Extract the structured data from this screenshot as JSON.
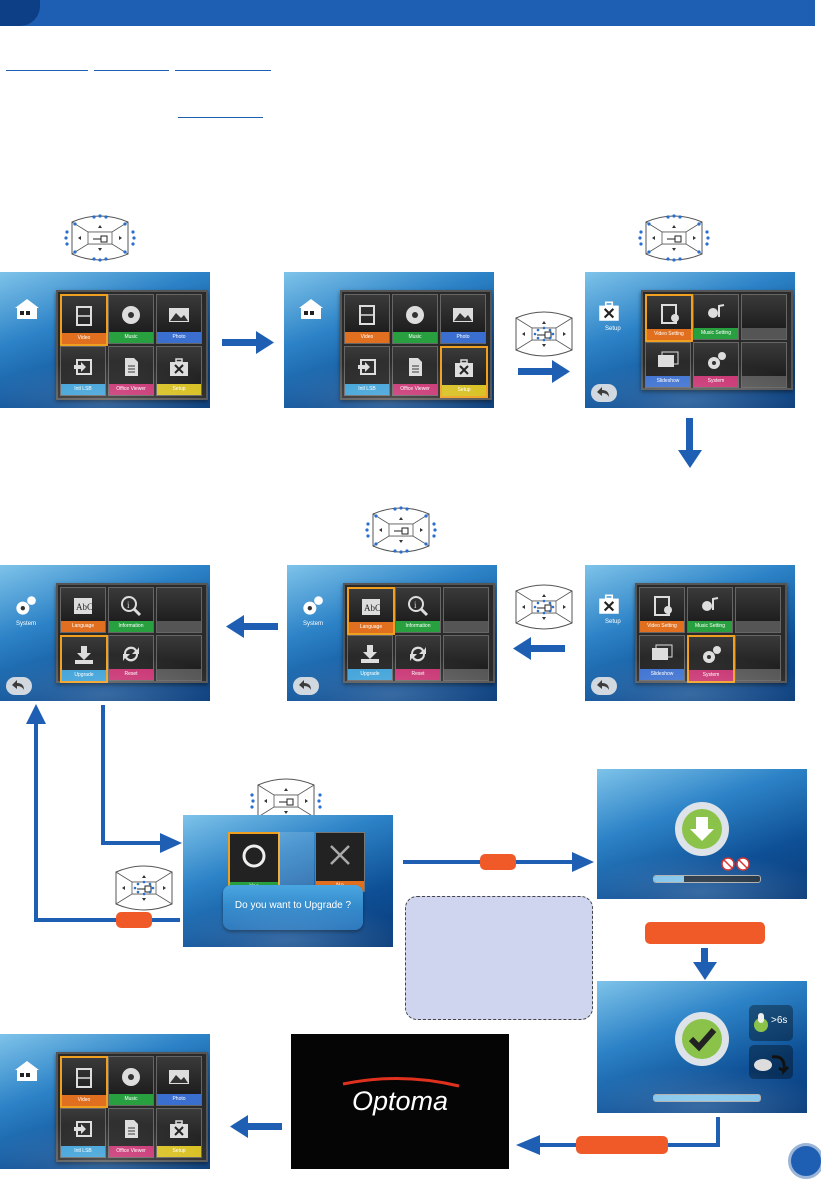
{
  "main_menu": {
    "tiles": [
      {
        "label": "Video",
        "color": "#e07020"
      },
      {
        "label": "Music",
        "color": "#28a040"
      },
      {
        "label": "Photo",
        "color": "#3a6fd0"
      },
      {
        "label": "Intl LSB",
        "color": "#3ba0d8"
      },
      {
        "label": "Office Viewer",
        "color": "#c83070"
      },
      {
        "label": "Setup",
        "color": "#d8c020"
      }
    ]
  },
  "setup_menu": {
    "side_label": "Setup",
    "tiles": [
      {
        "label": "Video Setting",
        "color": "#e07020"
      },
      {
        "label": "Music Setting",
        "color": "#28a040"
      },
      {
        "label": "",
        "color": "#555555"
      },
      {
        "label": "Slideshow",
        "color": "#3a6fd0"
      },
      {
        "label": "System",
        "color": "#c83070"
      },
      {
        "label": "",
        "color": "#555555"
      }
    ]
  },
  "system_menu": {
    "side_label": "System",
    "tiles": [
      {
        "label": "Language",
        "color": "#e07020"
      },
      {
        "label": "Information",
        "color": "#28a040"
      },
      {
        "label": "",
        "color": "#555555"
      },
      {
        "label": "Upgrade",
        "color": "#3ba0d8"
      },
      {
        "label": "Reset",
        "color": "#c83070"
      },
      {
        "label": "",
        "color": "#555555"
      }
    ]
  },
  "upgrade_dialog": {
    "yes_label": "Yes",
    "no_label": "No",
    "question": "Do you want to Upgrade ?"
  },
  "upgrade_done": {
    "time_label": ">6s"
  },
  "splash": {
    "brand": "Optoma"
  },
  "colors": {
    "accent_blue": "#1f5fb3",
    "orange_pill": "#f05a28",
    "note_fill": "#cfd5ee"
  }
}
